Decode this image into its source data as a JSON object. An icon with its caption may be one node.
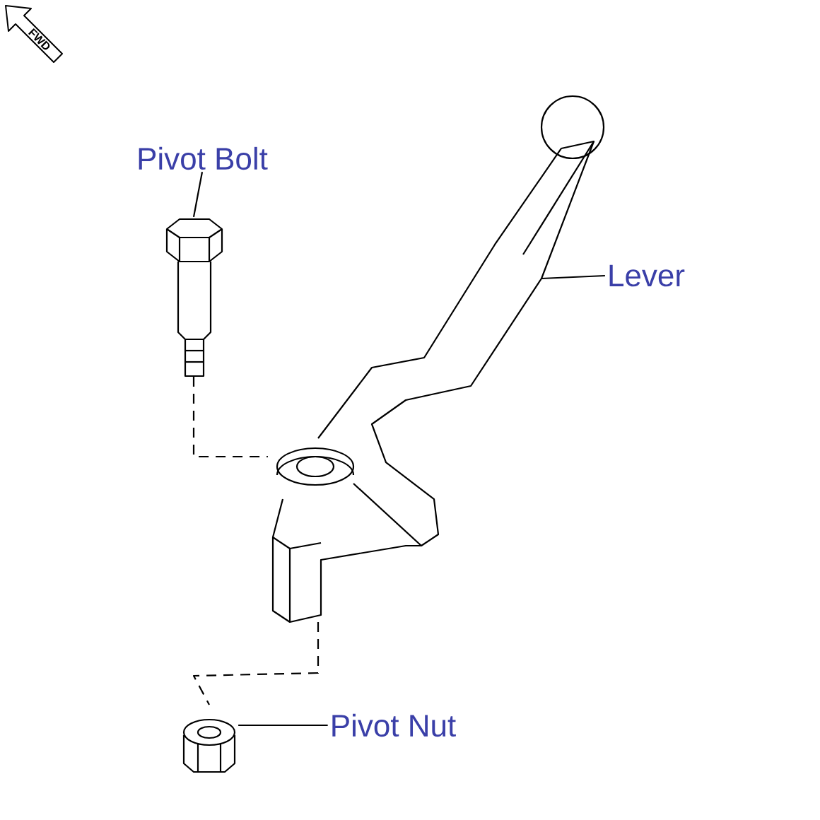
{
  "diagram": {
    "nodes": [
      {
        "text": [
          "Pivot Bolt"
        ]
      },
      {
        "text": [],
        "shape": "picture"
      },
      {
        "text": [
          "Lever"
        ]
      },
      {
        "text": [],
        "shape": "picture"
      },
      {
        "text": [
          "Pivot Nut"
        ]
      },
      {
        "text": [],
        "shape": "picture"
      }
    ],
    "edges": [
      {
        "from": 0,
        "to": 1,
        "arrow": "none"
      },
      {
        "from": 2,
        "to": 3,
        "arrow": "none"
      },
      {
        "from": 4,
        "to": 5,
        "arrow": "none"
      },
      {
        "from": 1,
        "to": 3,
        "arrow": "none",
        "style": "dashed"
      },
      {
        "from": 3,
        "to": 5,
        "arrow": "none",
        "style": "dashed"
      }
    ],
    "labels": [
      "FWD"
    ]
  }
}
